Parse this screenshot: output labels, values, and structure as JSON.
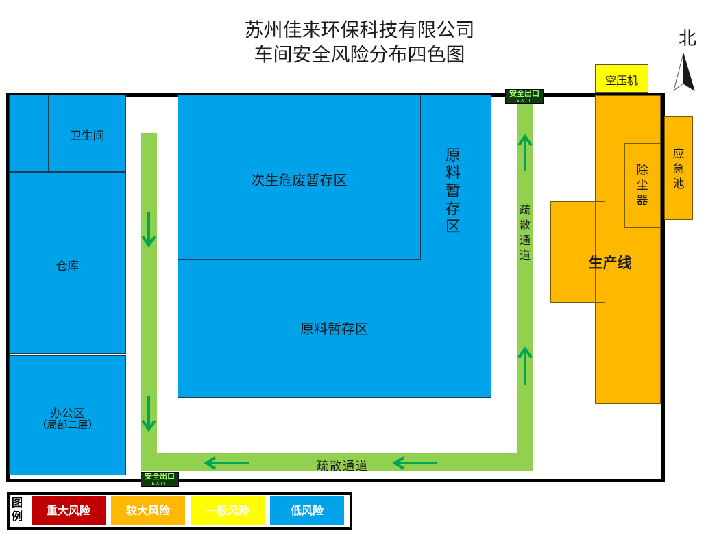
{
  "title": {
    "line1": "苏州佳来环保科技有限公司",
    "line2": "车间安全风险分布四色图"
  },
  "compass": {
    "label": "北",
    "icon": "north-arrow-icon"
  },
  "zones": {
    "toilet": "卫生间",
    "warehouse": "仓库",
    "office_line1": "办公区",
    "office_line2": "（局部二层）",
    "hazardous_waste": "次生危废暂存区",
    "raw_material_vertical": "原料暂存区",
    "raw_material": "原料暂存区",
    "air_compressor": "空压机",
    "dust_removal": "除尘器",
    "emergency_pool": "应急池",
    "production_line": "生产线"
  },
  "passage": {
    "vertical": "疏散通道",
    "horizontal": "疏散通道"
  },
  "exits": [
    {
      "cn": "安全出口",
      "en": "EXIT"
    },
    {
      "cn": "安全出口",
      "en": "EXIT"
    }
  ],
  "legend": {
    "title": "图例",
    "items": [
      {
        "label": "重大风险",
        "color": "#c00000"
      },
      {
        "label": "较大风险",
        "color": "#ffb800"
      },
      {
        "label": "一般风险",
        "color": "#ffff00"
      },
      {
        "label": "低风险",
        "color": "#00a2ea"
      }
    ]
  },
  "colors": {
    "low_risk": "#00a2ea",
    "major_risk": "#ffb800",
    "general_risk": "#ffff00",
    "passage": "#92d050",
    "arrow": "#00a550"
  }
}
